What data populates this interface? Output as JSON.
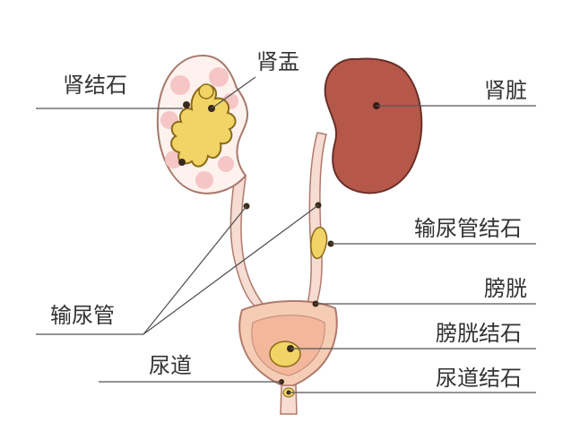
{
  "diagram": {
    "labels": {
      "kidney_stone": "肾结石",
      "renal_pelvis": "肾盂",
      "kidney": "肾脏",
      "ureteral_stone": "输尿管结石",
      "bladder": "膀胱",
      "ureter": "输尿管",
      "bladder_stone": "膀胱结石",
      "urethra": "尿道",
      "urethral_stone": "尿道结石"
    },
    "colors": {
      "kidney_fill": "#b5584a",
      "kidney_outline": "#6a2f28",
      "cut_kidney_fill": "#fff2ee",
      "stone_fill": "#f1d465",
      "stone_outline": "#8a6a1a",
      "pink_tissue": "#f6c6c6",
      "ureter_fill": "#f6dcd2",
      "bladder_outer": "#f5cdb5",
      "bladder_inner": "#f3b79c",
      "leader_line": "#555555",
      "text": "#333333"
    }
  }
}
